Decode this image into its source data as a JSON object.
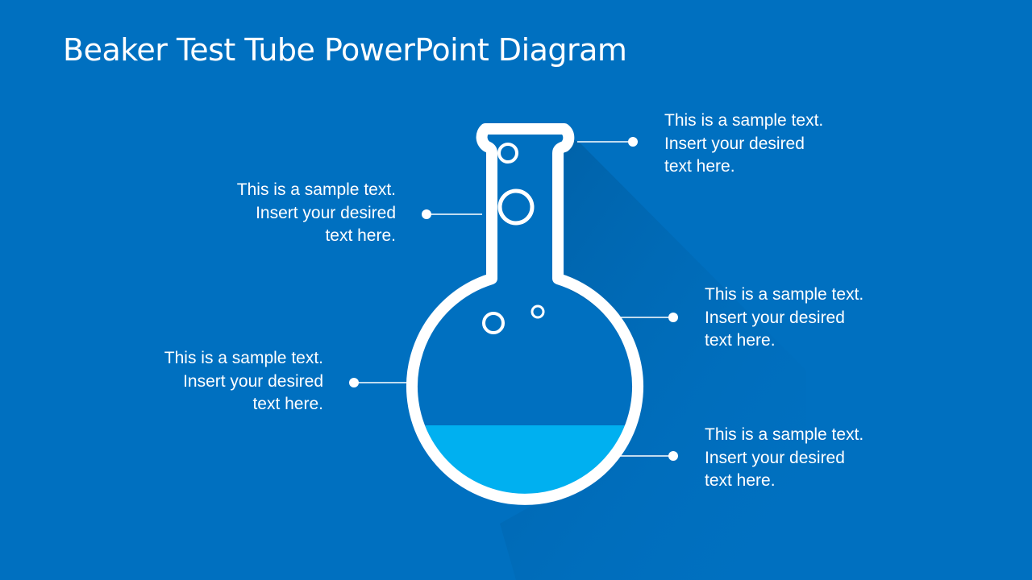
{
  "slide": {
    "title": "Beaker Test Tube PowerPoint Diagram",
    "colors": {
      "background": "#0070c0",
      "shadow": "#0063aa",
      "flask_outline": "#ffffff",
      "liquid": "#00b0f0",
      "text": "#ffffff"
    }
  },
  "callouts": [
    {
      "position": "top-right",
      "lines": [
        "This is a sample text.",
        "Insert your desired",
        "text here."
      ]
    },
    {
      "position": "upper-left",
      "lines": [
        "This is a sample text.",
        "Insert your desired",
        "text here."
      ]
    },
    {
      "position": "middle-right",
      "lines": [
        "This is a sample text.",
        "Insert your desired",
        "text here."
      ]
    },
    {
      "position": "lower-left",
      "lines": [
        "This is a sample text.",
        "Insert your desired",
        "text here."
      ]
    },
    {
      "position": "bottom-right",
      "lines": [
        "This is a sample text.",
        "Insert your desired",
        "text here."
      ]
    }
  ],
  "diagram": {
    "icon": "flask-icon",
    "bubbles": 4,
    "liquid_level": "lower third"
  }
}
